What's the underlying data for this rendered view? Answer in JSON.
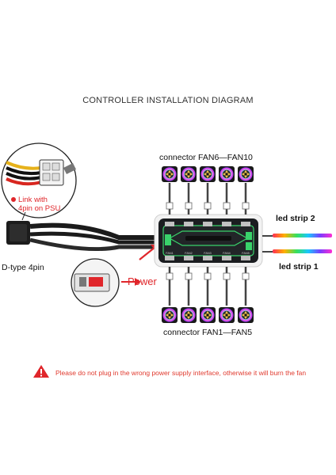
{
  "diagram": {
    "title": "CONTROLLER INSTALLATION DIAGRAM",
    "connector_top": "connector  FAN6—FAN10",
    "connector_bottom": "connector  FAN1—FAN5",
    "led_strip_2": "led strip 2",
    "led_strip_1": "led strip 1",
    "link_psu_line1": "Link with",
    "link_psu_line2": "4pin on PSU",
    "dtype_4pin": "D-type 4pin",
    "power": "Power",
    "warning": "Please do not plug in the wrong power supply interface, otherwise it will burn the fan",
    "hub_top_ports": [
      "FAN10",
      "FAN9",
      "FAN8",
      "FAN7",
      "FAN6"
    ],
    "hub_bottom_ports": [
      "FAN1",
      "FAN2",
      "FAN3",
      "FAN4",
      "FAN5"
    ]
  },
  "colors": {
    "accent_red": "#e0262b",
    "hub_green": "#39d26a",
    "hub_body": "#1b1d20"
  },
  "icons": [
    "warning-icon",
    "fan-icon",
    "led-strip",
    "power-cable",
    "controller-hub"
  ]
}
